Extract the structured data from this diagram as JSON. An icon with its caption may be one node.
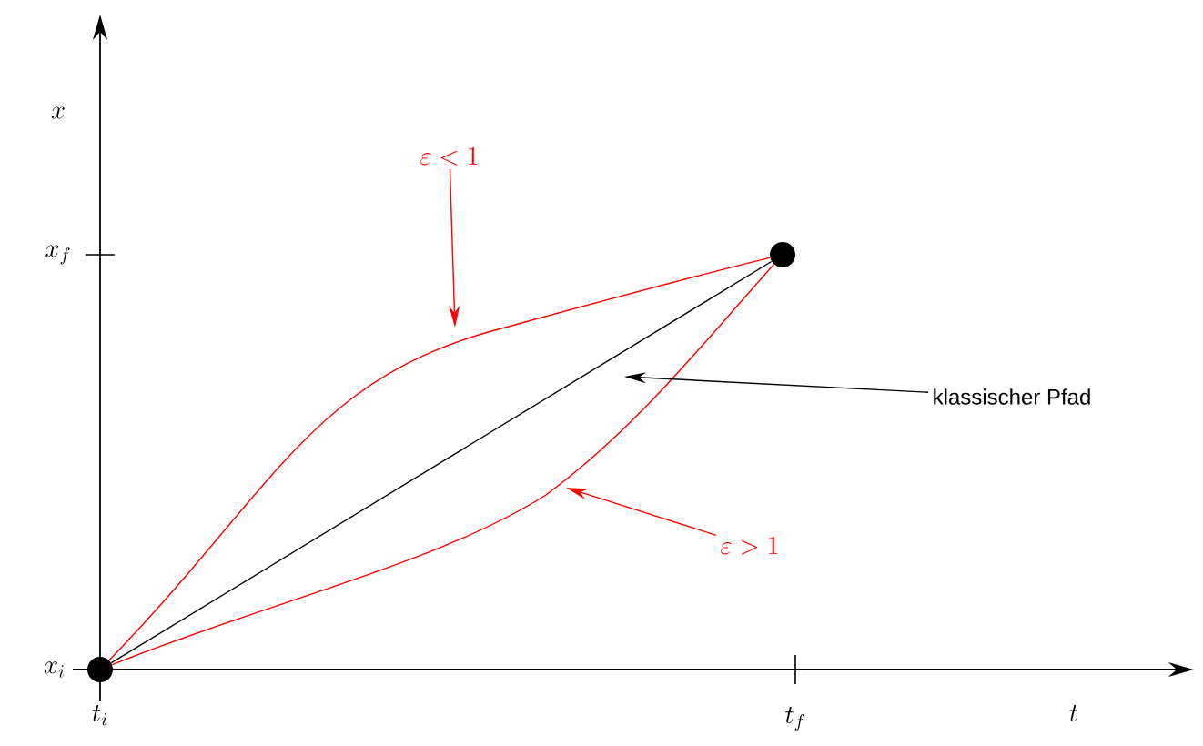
{
  "diagram": {
    "nodes": [
      {
        "text": [],
        "shape": "circle"
      },
      {
        "text": [],
        "shape": "circle"
      },
      {
        "text": [
          "klassischer Pfad"
        ]
      },
      {
        "text": [
          "\\varepsilon < 1"
        ]
      },
      {
        "text": [
          "\\varepsilon > 1"
        ]
      }
    ],
    "edges": [
      {
        "from": 0,
        "to": 1,
        "arrow": "none",
        "color": "#000000"
      },
      {
        "from": 0,
        "to": 1,
        "arrow": "none"
      },
      {
        "from": 0,
        "to": 1,
        "arrow": "none"
      },
      {
        "from": 2,
        "to": null,
        "arrow": "to",
        "color": "#000000"
      },
      {
        "from": 3,
        "to": null,
        "arrow": "to"
      },
      {
        "from": 4,
        "to": null,
        "arrow": "to"
      }
    ],
    "labels": [
      "x",
      "x_f",
      "x_i",
      "t_i",
      "t_f",
      "t"
    ]
  }
}
